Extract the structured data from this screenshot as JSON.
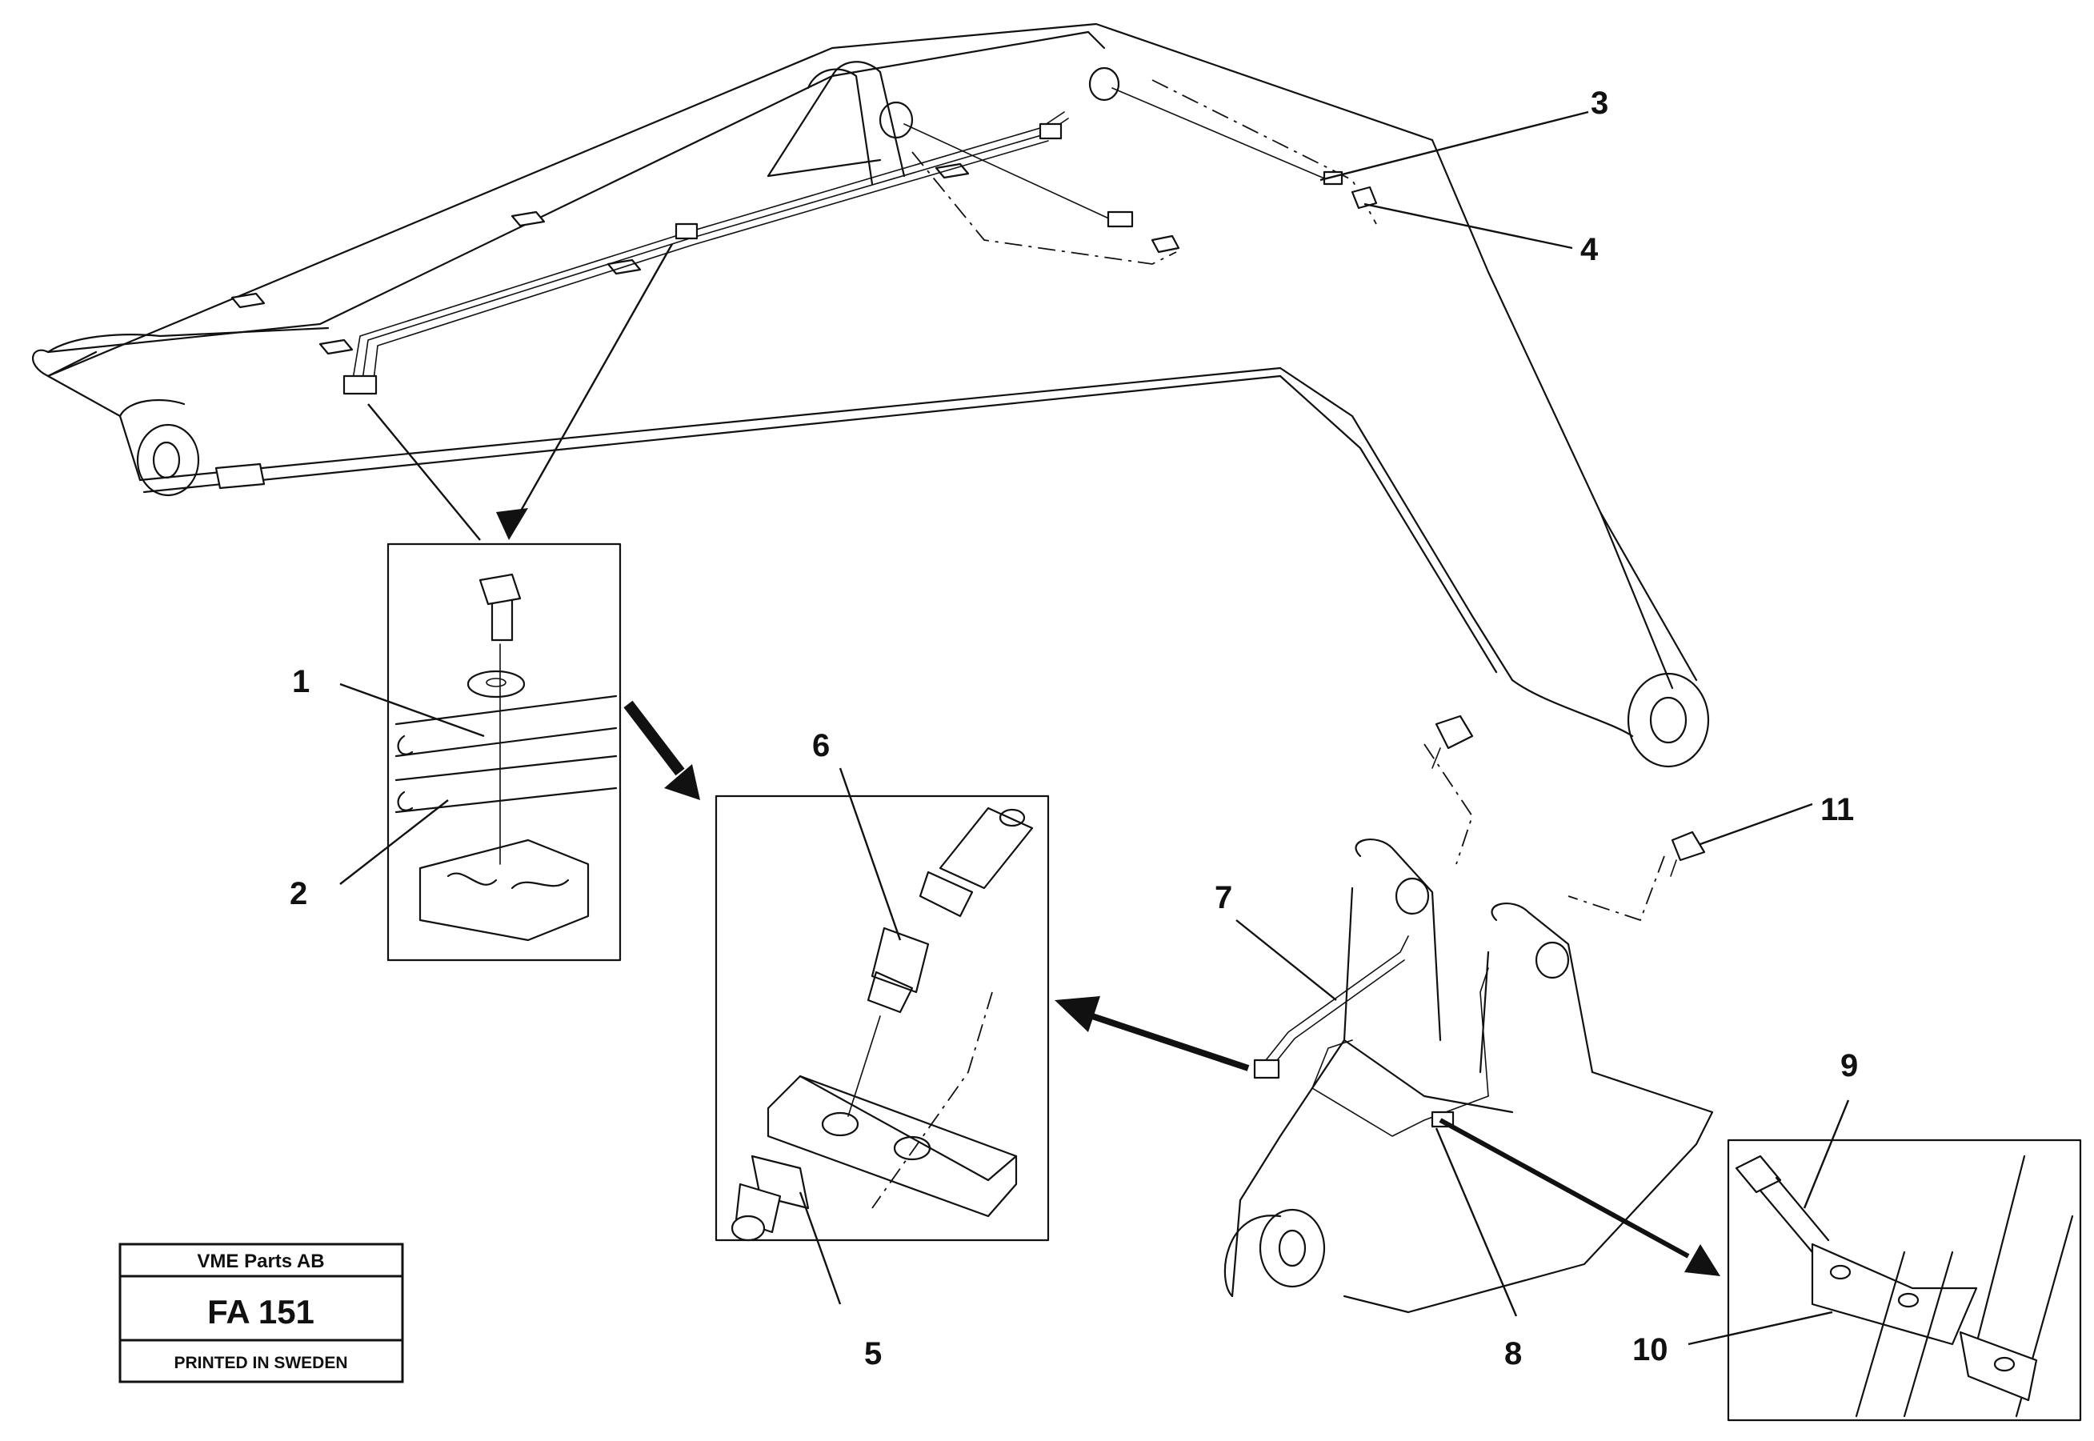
{
  "callouts": [
    {
      "id": "1",
      "text": "1"
    },
    {
      "id": "2",
      "text": "2"
    },
    {
      "id": "3",
      "text": "3"
    },
    {
      "id": "4",
      "text": "4"
    },
    {
      "id": "5",
      "text": "5"
    },
    {
      "id": "6",
      "text": "6"
    },
    {
      "id": "7",
      "text": "7"
    },
    {
      "id": "8",
      "text": "8"
    },
    {
      "id": "9",
      "text": "9"
    },
    {
      "id": "10",
      "text": "10"
    },
    {
      "id": "11",
      "text": "11"
    }
  ],
  "stamp": {
    "company": "VME Parts AB",
    "code": "FA 151",
    "printed": "PRINTED IN SWEDEN"
  }
}
